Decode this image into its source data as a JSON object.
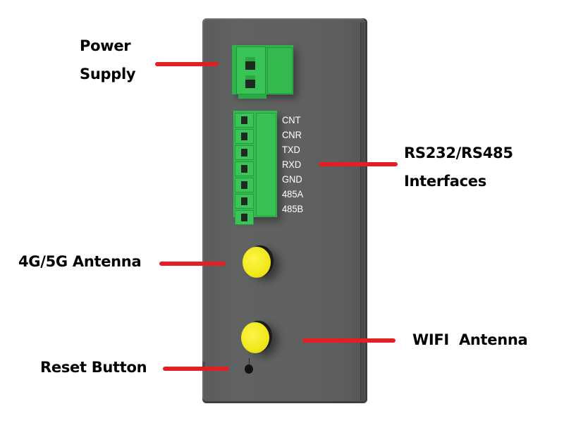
{
  "image_title": "Industrial 4G/5G router front panel",
  "labels": {
    "power_supply_line1": "Power",
    "power_supply_line2": "Supply",
    "rs_interfaces_line1": "RS232/RS485",
    "rs_interfaces_line2": "Interfaces",
    "cellular_antenna": "4G/5G Antenna",
    "wifi_antenna": "WIFI  Antenna",
    "reset_button": "Reset Button"
  },
  "rs_connector_pins": [
    "CNT",
    "CNR",
    "TXD",
    "RXD",
    "GND",
    "485A",
    "485B"
  ],
  "colors": {
    "pointer": "#e51d24",
    "device_body": "#5e6060",
    "connector_green": "#34bb50",
    "antenna_cap": "#f2e81a",
    "label_text": "#000000",
    "pin_label_text": "#ffffff"
  }
}
